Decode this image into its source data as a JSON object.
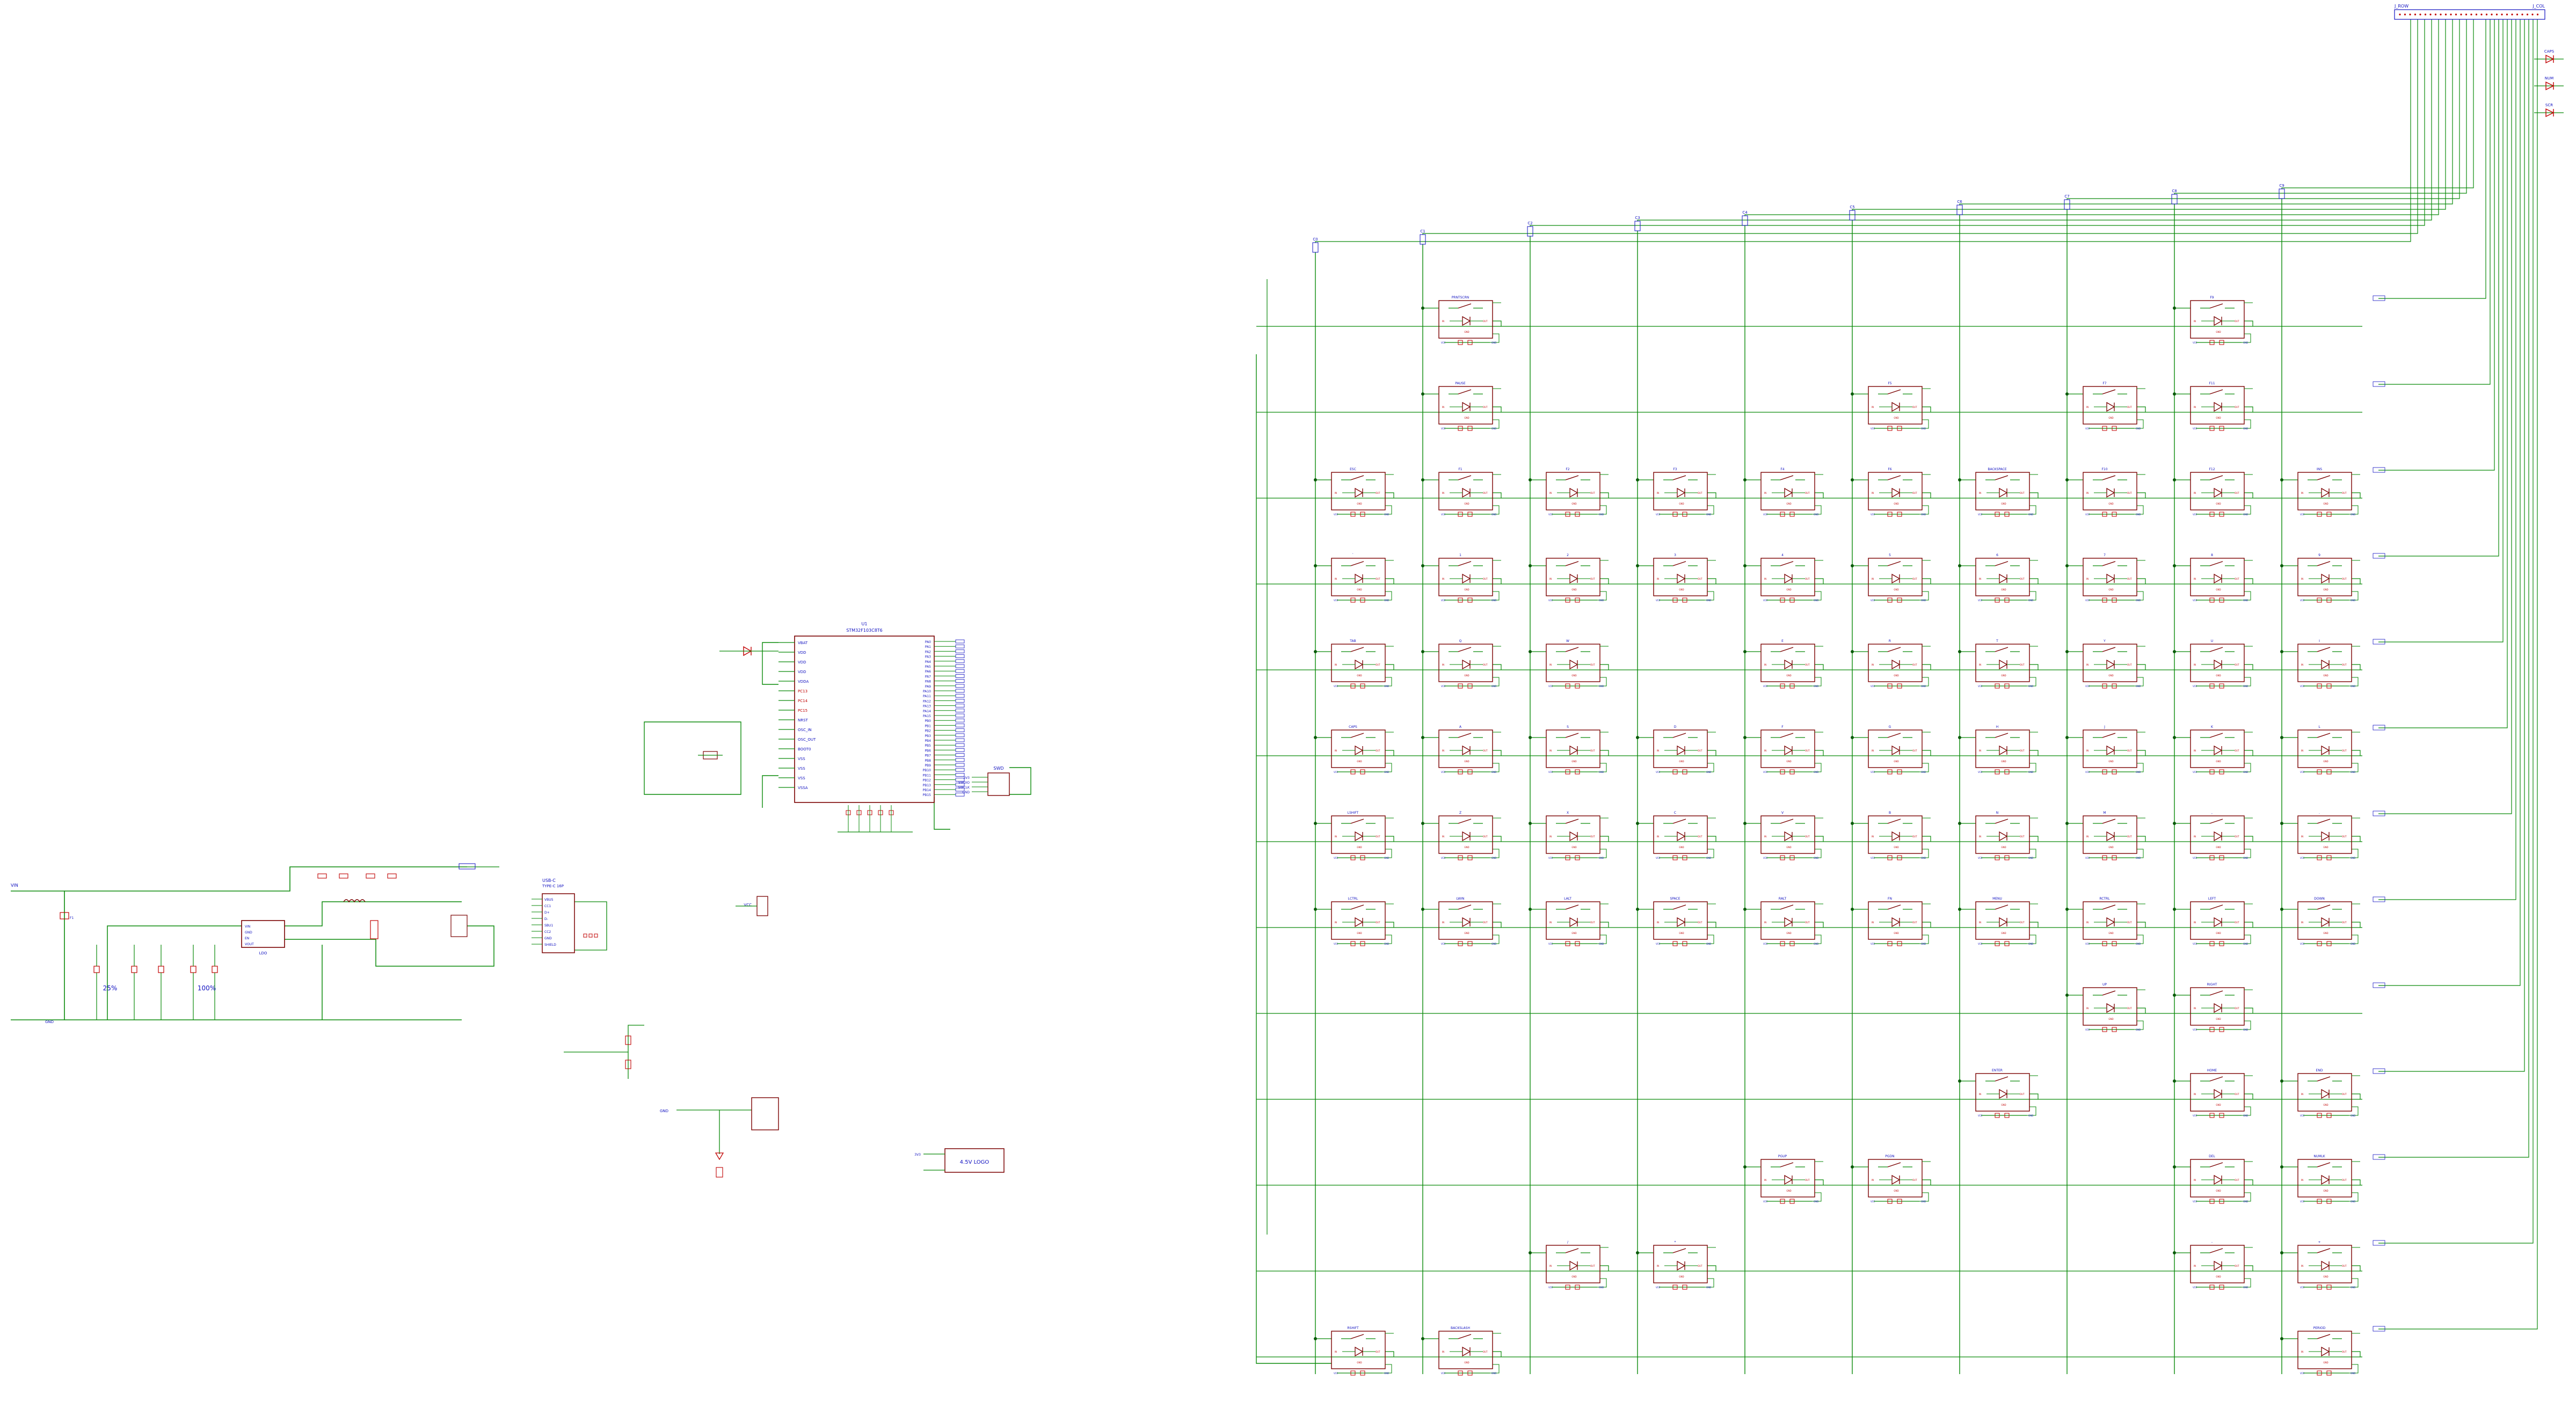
{
  "colors": {
    "wire": "#0a8a0a",
    "outline": "#7a0000",
    "text": "#1010c0",
    "pin": "#c00000",
    "background": "#ffffff",
    "junction": "#0a5a0a"
  },
  "mcu": {
    "ref": "U1",
    "part": "STM32F103C8T6",
    "left_pins": [
      "VBAT",
      "VDD",
      "VDD",
      "VDD",
      "VDDA",
      "PC13",
      "PC14",
      "PC15",
      "NRST",
      "OSC_IN",
      "OSC_OUT",
      "BOOT0",
      "VSS",
      "VSS",
      "VSS",
      "VSSA"
    ],
    "right_pins": [
      "PA0",
      "PA1",
      "PA2",
      "PA3",
      "PA4",
      "PA5",
      "PA6",
      "PA7",
      "PA8",
      "PA9",
      "PA10",
      "PA11",
      "PA12",
      "PA13",
      "PA14",
      "PA15",
      "PB0",
      "PB1",
      "PB2",
      "PB3",
      "PB4",
      "PB5",
      "PB6",
      "PB7",
      "PB8",
      "PB9",
      "PB10",
      "PB11",
      "PB12",
      "PB13",
      "PB14",
      "PB15"
    ]
  },
  "labels": {
    "power_in": "VIN",
    "gnd": "GND",
    "vcc": "VCC",
    "v3": "3V3",
    "pct_a": "25%",
    "pct_b": "100%",
    "usb_title": "USB-C",
    "usb_sub": "TYPE-C 16P",
    "usb_pins": [
      "VBUS",
      "CC1",
      "D+",
      "D-",
      "SBU1",
      "CC2",
      "GND",
      "SHIELD"
    ],
    "swd_title": "SWD",
    "swd_pins": [
      "3V3",
      "SWDIO",
      "SWCLK",
      "GND"
    ],
    "reg_title": "LDO",
    "reg_pins": [
      "VIN",
      "GND",
      "EN",
      "VOUT"
    ],
    "note_box": "4.5V LOGO",
    "header_left": "J_ROW",
    "header_right": "J_COL",
    "led_labels": [
      "CAPS",
      "NUM",
      "SCR"
    ]
  },
  "keyboard": {
    "title": "KEY MATRIX",
    "column_labels": [
      "C0",
      "C1",
      "C2",
      "C3",
      "C4",
      "C5",
      "C6",
      "C7",
      "C8",
      "C9"
    ],
    "keys": [
      {
        "r": 0,
        "c": 1,
        "name": "PRNTSCRN"
      },
      {
        "r": 0,
        "c": 8,
        "name": "F9"
      },
      {
        "r": 1,
        "c": 1,
        "name": "PAUSE"
      },
      {
        "r": 1,
        "c": 5,
        "name": "F5"
      },
      {
        "r": 1,
        "c": 7,
        "name": "F7"
      },
      {
        "r": 1,
        "c": 8,
        "name": "F11"
      },
      {
        "r": 2,
        "c": 0,
        "name": "ESC"
      },
      {
        "r": 2,
        "c": 1,
        "name": "F1"
      },
      {
        "r": 2,
        "c": 2,
        "name": "F2"
      },
      {
        "r": 2,
        "c": 3,
        "name": "F3"
      },
      {
        "r": 2,
        "c": 4,
        "name": "F4"
      },
      {
        "r": 2,
        "c": 5,
        "name": "F6"
      },
      {
        "r": 2,
        "c": 6,
        "name": "BACKSPACE"
      },
      {
        "r": 2,
        "c": 7,
        "name": "F10"
      },
      {
        "r": 2,
        "c": 8,
        "name": "F12"
      },
      {
        "r": 2,
        "c": 9,
        "name": "INS"
      },
      {
        "r": 3,
        "c": 0,
        "name": "`"
      },
      {
        "r": 3,
        "c": 1,
        "name": "1"
      },
      {
        "r": 3,
        "c": 2,
        "name": "2"
      },
      {
        "r": 3,
        "c": 3,
        "name": "3"
      },
      {
        "r": 3,
        "c": 4,
        "name": "4"
      },
      {
        "r": 3,
        "c": 5,
        "name": "5"
      },
      {
        "r": 3,
        "c": 6,
        "name": "6"
      },
      {
        "r": 3,
        "c": 7,
        "name": "7"
      },
      {
        "r": 3,
        "c": 8,
        "name": "8"
      },
      {
        "r": 3,
        "c": 9,
        "name": "9"
      },
      {
        "r": 4,
        "c": 0,
        "name": "TAB"
      },
      {
        "r": 4,
        "c": 1,
        "name": "Q"
      },
      {
        "r": 4,
        "c": 2,
        "name": "W"
      },
      {
        "r": 4,
        "c": 4,
        "name": "E"
      },
      {
        "r": 4,
        "c": 5,
        "name": "R"
      },
      {
        "r": 4,
        "c": 6,
        "name": "T"
      },
      {
        "r": 4,
        "c": 7,
        "name": "Y"
      },
      {
        "r": 4,
        "c": 8,
        "name": "U"
      },
      {
        "r": 4,
        "c": 9,
        "name": "I"
      },
      {
        "r": 5,
        "c": 0,
        "name": "CAPS"
      },
      {
        "r": 5,
        "c": 1,
        "name": "A"
      },
      {
        "r": 5,
        "c": 2,
        "name": "S"
      },
      {
        "r": 5,
        "c": 3,
        "name": "D"
      },
      {
        "r": 5,
        "c": 4,
        "name": "F"
      },
      {
        "r": 5,
        "c": 5,
        "name": "G"
      },
      {
        "r": 5,
        "c": 6,
        "name": "H"
      },
      {
        "r": 5,
        "c": 7,
        "name": "J"
      },
      {
        "r": 5,
        "c": 8,
        "name": "K"
      },
      {
        "r": 5,
        "c": 9,
        "name": "L"
      },
      {
        "r": 6,
        "c": 0,
        "name": "LSHIFT"
      },
      {
        "r": 6,
        "c": 1,
        "name": "Z"
      },
      {
        "r": 6,
        "c": 2,
        "name": "X"
      },
      {
        "r": 6,
        "c": 3,
        "name": "C"
      },
      {
        "r": 6,
        "c": 4,
        "name": "V"
      },
      {
        "r": 6,
        "c": 5,
        "name": "B"
      },
      {
        "r": 6,
        "c": 6,
        "name": "N"
      },
      {
        "r": 6,
        "c": 7,
        "name": "M"
      },
      {
        "r": 6,
        "c": 8,
        "name": ","
      },
      {
        "r": 6,
        "c": 9,
        "name": "."
      },
      {
        "r": 7,
        "c": 0,
        "name": "LCTRL"
      },
      {
        "r": 7,
        "c": 1,
        "name": "LWIN"
      },
      {
        "r": 7,
        "c": 2,
        "name": "LALT"
      },
      {
        "r": 7,
        "c": 3,
        "name": "SPACE"
      },
      {
        "r": 7,
        "c": 4,
        "name": "RALT"
      },
      {
        "r": 7,
        "c": 5,
        "name": "FN"
      },
      {
        "r": 7,
        "c": 6,
        "name": "MENU"
      },
      {
        "r": 7,
        "c": 7,
        "name": "RCTRL"
      },
      {
        "r": 7,
        "c": 8,
        "name": "LEFT"
      },
      {
        "r": 7,
        "c": 9,
        "name": "DOWN"
      },
      {
        "r": 8,
        "c": 7,
        "name": "UP"
      },
      {
        "r": 8,
        "c": 8,
        "name": "RIGHT"
      },
      {
        "r": 9,
        "c": 6,
        "name": "ENTER"
      },
      {
        "r": 9,
        "c": 8,
        "name": "HOME"
      },
      {
        "r": 9,
        "c": 9,
        "name": "END"
      },
      {
        "r": 10,
        "c": 4,
        "name": "PGUP"
      },
      {
        "r": 10,
        "c": 5,
        "name": "PGDN"
      },
      {
        "r": 10,
        "c": 8,
        "name": "DEL"
      },
      {
        "r": 10,
        "c": 9,
        "name": "NUMLK"
      },
      {
        "r": 11,
        "c": 2,
        "name": "/"
      },
      {
        "r": 11,
        "c": 3,
        "name": "*"
      },
      {
        "r": 11,
        "c": 8,
        "name": "-"
      },
      {
        "r": 11,
        "c": 9,
        "name": "+"
      },
      {
        "r": 12,
        "c": 0,
        "name": "RSHIFT"
      },
      {
        "r": 12,
        "c": 1,
        "name": "BACKSLASH"
      },
      {
        "r": 12,
        "c": 9,
        "name": "PERIOD"
      }
    ]
  }
}
